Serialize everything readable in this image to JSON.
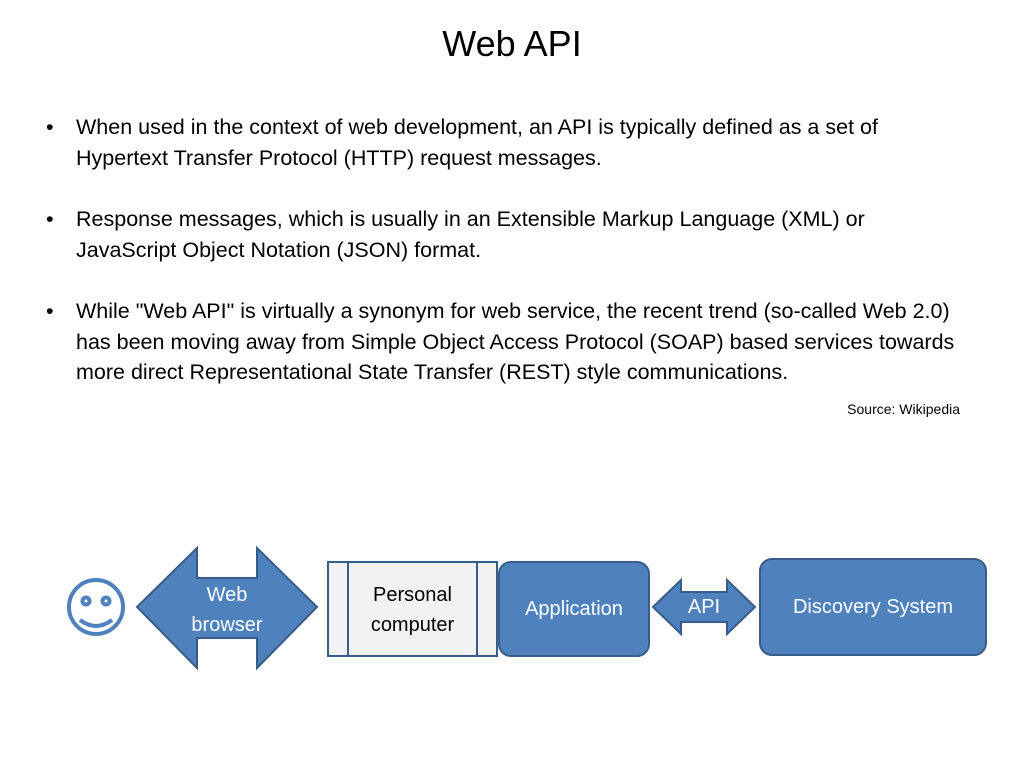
{
  "slide": {
    "title": "Web API",
    "bullet_symbol": "•",
    "bullets": [
      "When used in the context of web development, an API is typically defined as a set of Hypertext Transfer Protocol (HTTP) request messages.",
      "Response messages, which is usually in an Extensible Markup Language (XML) or JavaScript Object Notation (JSON) format.",
      "While \"Web API\" is virtually a synonym for web service, the recent trend (so-called Web 2.0) has been moving away from Simple Object Access Protocol (SOAP) based services towards more direct Representational State Transfer (REST) style communications."
    ],
    "source": "Source: Wikipedia"
  },
  "diagram": {
    "user_icon": "smiley-face-icon",
    "web_browser": {
      "line1": "Web",
      "line2": "browser"
    },
    "personal_computer": {
      "line1": "Personal",
      "line2": "computer"
    },
    "application": "Application",
    "api": "API",
    "discovery_system": "Discovery System"
  },
  "colors": {
    "shape_fill": "#4F81BD",
    "shape_stroke": "#385D8A",
    "computer_fill": "#F2F2F2",
    "smiley_stroke": "#4F81BD"
  }
}
